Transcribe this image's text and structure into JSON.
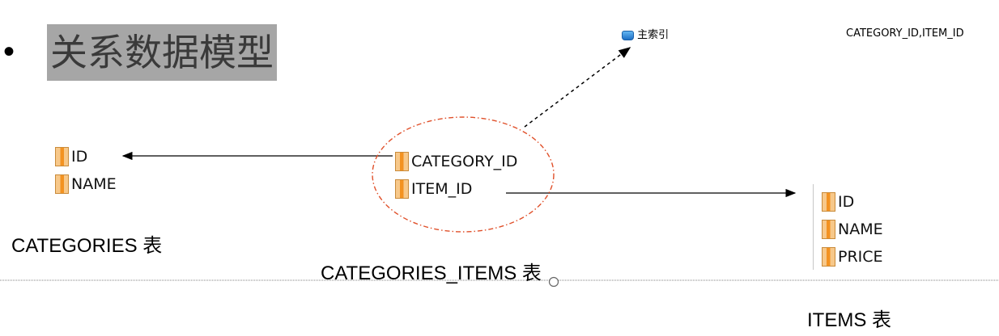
{
  "slide": {
    "bullet": "•",
    "title": "关系数据模型"
  },
  "categories_table": {
    "fields": [
      "ID",
      "NAME"
    ],
    "caption": "CATEGORIES 表"
  },
  "categories_items_table": {
    "fields": [
      "CATEGORY_ID",
      "ITEM_ID"
    ],
    "caption": "CATEGORIES_ITEMS 表"
  },
  "items_table": {
    "fields": [
      "ID",
      "NAME",
      "PRICE"
    ],
    "caption": "ITEMS 表"
  },
  "primary_key": {
    "label": "主索引",
    "columns": "CATEGORY_ID,ITEM_ID"
  },
  "colors": {
    "title_background": "#a6a6a6",
    "highlight_ellipse": "#e0502a",
    "separator": "#808080"
  }
}
